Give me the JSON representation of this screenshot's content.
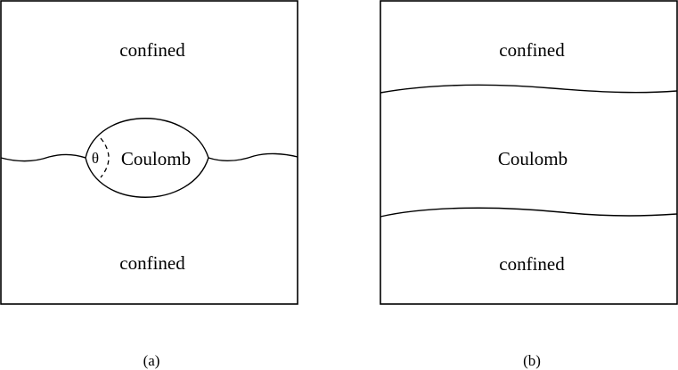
{
  "panel_a": {
    "top_label": "confined",
    "bottom_label": "confined",
    "bubble_label": "Coulomb",
    "angle_label": "θ",
    "caption": "(a)"
  },
  "panel_b": {
    "top_label": "confined",
    "middle_label": "Coulomb",
    "bottom_label": "confined",
    "caption": "(b)"
  },
  "colors": {
    "stroke": "#000000",
    "background": "#ffffff"
  }
}
